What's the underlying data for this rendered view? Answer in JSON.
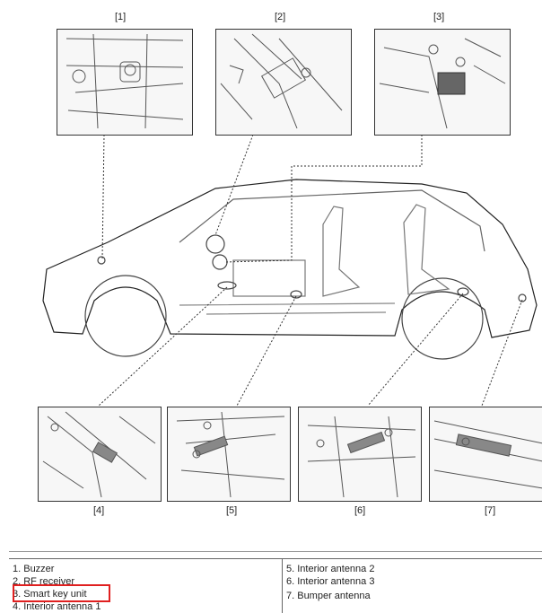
{
  "callouts": {
    "c1": "[1]",
    "c2": "[2]",
    "c3": "[3]",
    "c4": "[4]",
    "c5": "[5]",
    "c6": "[6]",
    "c7": "[7]"
  },
  "legend": {
    "left": [
      "1. Buzzer",
      "2. RF receiver",
      "3. Smart key unit",
      "4. Interior antenna 1"
    ],
    "right": [
      "5. Interior antenna 2",
      "6. Interior antenna 3",
      "7. Bumper antenna"
    ]
  },
  "highlight": {
    "item": "3. Smart key unit",
    "color": "#e02020"
  }
}
